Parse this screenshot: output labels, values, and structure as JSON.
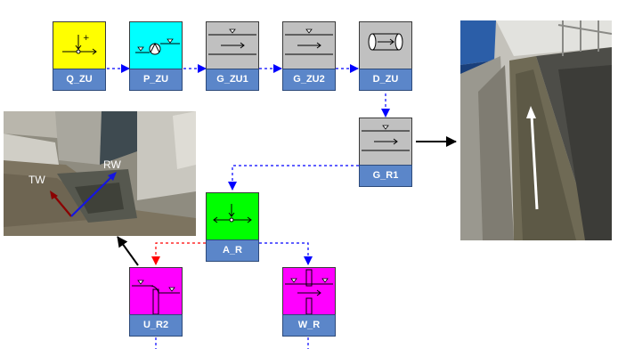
{
  "blocks": {
    "q_zu": {
      "label": "Q_ZU",
      "color": "#ffff00"
    },
    "p_zu": {
      "label": "P_ZU",
      "color": "#00ffff"
    },
    "g_zu1": {
      "label": "G_ZU1",
      "color": "#c0c0c0"
    },
    "g_zu2": {
      "label": "G_ZU2",
      "color": "#c0c0c0"
    },
    "d_zu": {
      "label": "D_ZU",
      "color": "#c0c0c0"
    },
    "g_r1": {
      "label": "G_R1",
      "color": "#c0c0c0"
    },
    "a_r": {
      "label": "A_R",
      "color": "#00ff00"
    },
    "u_r2": {
      "label": "U_R2",
      "color": "#ff00ff"
    },
    "w_r": {
      "label": "W_R",
      "color": "#ff00ff"
    }
  },
  "photos": {
    "left": {
      "tw_label": "TW",
      "rw_label": "RW"
    }
  },
  "colors": {
    "label_bg": "#5b86c9",
    "link_blue": "#0000ff",
    "link_red": "#ff0000",
    "arrow_black": "#000000"
  }
}
